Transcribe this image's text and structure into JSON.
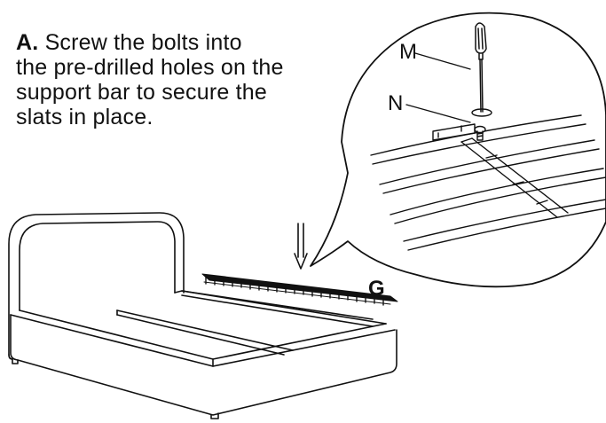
{
  "instruction": {
    "step_letter": "A.",
    "text_line1": "Screw the bolts into",
    "text_line2": "the pre-drilled holes on the",
    "text_line3": "support bar to secure the",
    "text_line4": "slats in place."
  },
  "labels": {
    "screwdriver": "M",
    "bolt": "N",
    "slats": "G"
  },
  "icons": {
    "screwdriver": "screwdriver-icon",
    "bolt": "bolt-icon",
    "arrow": "arrow-down-icon"
  },
  "colors": {
    "line": "#111111",
    "background": "#ffffff"
  }
}
